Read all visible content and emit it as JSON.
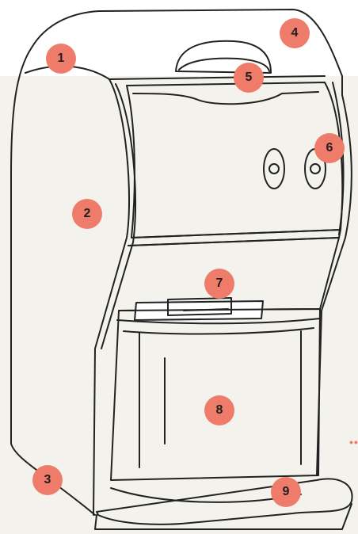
{
  "colors": {
    "background": "#f3f2ec",
    "callout_fill": "#ef7c6a",
    "line": "#222222",
    "label_text": "#1f1f1f"
  },
  "callouts": [
    {
      "label": "1"
    },
    {
      "label": "2"
    },
    {
      "label": "3"
    },
    {
      "label": "4"
    },
    {
      "label": "5"
    },
    {
      "label": "6"
    },
    {
      "label": "7"
    },
    {
      "label": "8"
    },
    {
      "label": "9"
    }
  ],
  "dots_icon": "ellipsis-icon"
}
